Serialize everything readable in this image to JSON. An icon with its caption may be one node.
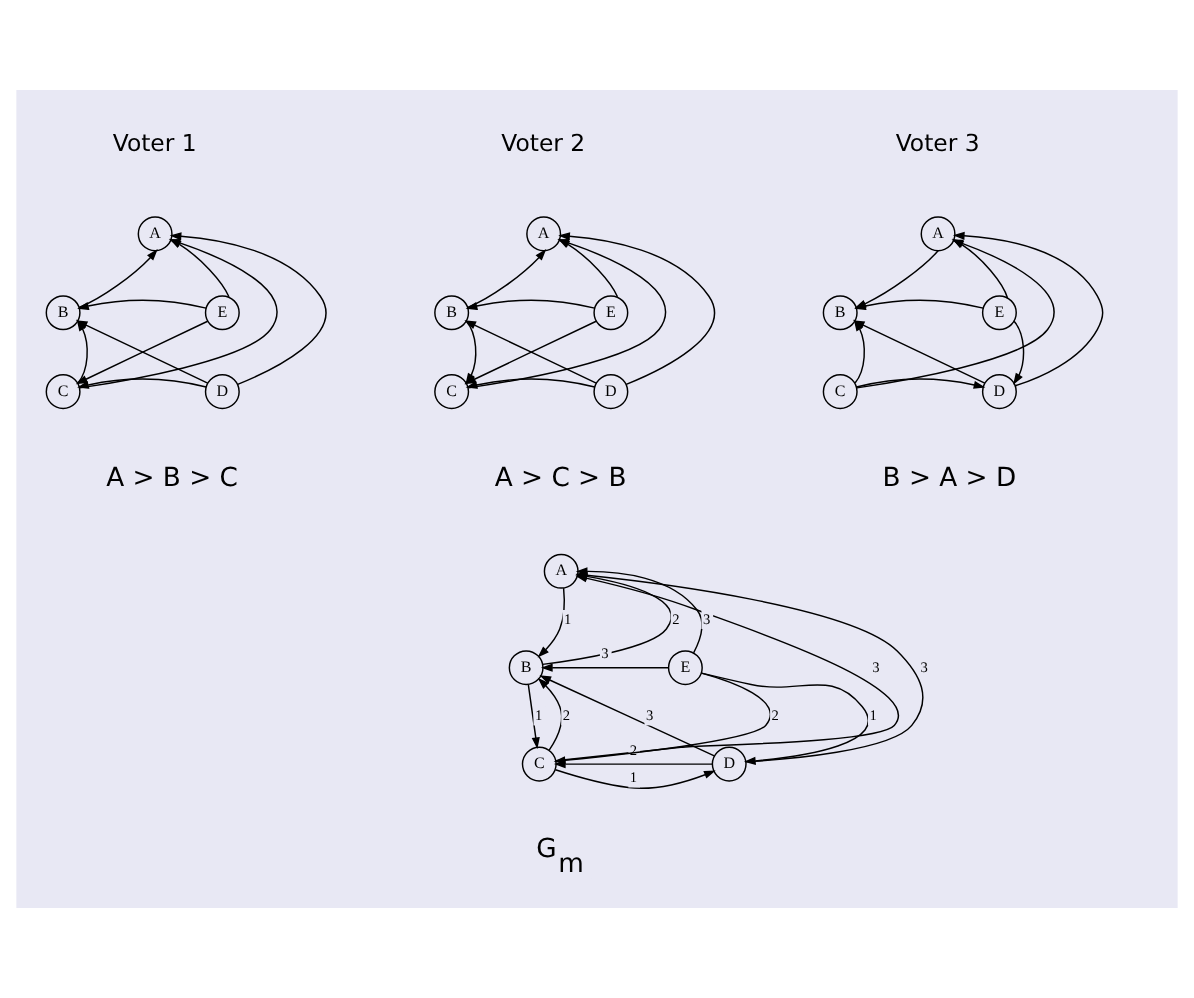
{
  "diagram": {
    "nodes": [
      {
        "text": [
          "A"
        ]
      },
      {
        "text": [
          "B"
        ]
      },
      {
        "text": [
          "C"
        ]
      },
      {
        "text": [
          "D"
        ]
      },
      {
        "text": [
          "E"
        ]
      },
      {
        "text": [
          "A"
        ]
      },
      {
        "text": [
          "B"
        ]
      },
      {
        "text": [
          "C"
        ]
      },
      {
        "text": [
          "D"
        ]
      },
      {
        "text": [
          "E"
        ]
      },
      {
        "text": [
          "A"
        ]
      },
      {
        "text": [
          "B"
        ]
      },
      {
        "text": [
          "C"
        ]
      },
      {
        "text": [
          "D"
        ]
      },
      {
        "text": [
          "E"
        ]
      },
      {
        "text": [
          "A"
        ]
      },
      {
        "text": [
          "B"
        ]
      },
      {
        "text": [
          "C"
        ]
      },
      {
        "text": [
          "D"
        ]
      },
      {
        "text": [
          "E"
        ]
      }
    ],
    "edges": [
      {
        "from": 1,
        "to": 0,
        "arrow": "to"
      },
      {
        "from": 2,
        "to": 0,
        "arrow": "to"
      },
      {
        "from": 3,
        "to": 0,
        "arrow": "to"
      },
      {
        "from": 4,
        "to": 0,
        "arrow": "to"
      },
      {
        "from": 4,
        "to": 1,
        "arrow": "to"
      },
      {
        "from": 3,
        "to": 1,
        "arrow": "to"
      },
      {
        "from": 2,
        "to": 1,
        "arrow": "to"
      },
      {
        "from": 4,
        "to": 2,
        "arrow": "to"
      },
      {
        "from": 3,
        "to": 2,
        "arrow": "to"
      },
      {
        "from": 6,
        "to": 5,
        "arrow": "to"
      },
      {
        "from": 7,
        "to": 5,
        "arrow": "to"
      },
      {
        "from": 8,
        "to": 5,
        "arrow": "to"
      },
      {
        "from": 9,
        "to": 5,
        "arrow": "to"
      },
      {
        "from": 9,
        "to": 6,
        "arrow": "to"
      },
      {
        "from": 8,
        "to": 6,
        "arrow": "to"
      },
      {
        "from": 6,
        "to": 7,
        "arrow": "to"
      },
      {
        "from": 9,
        "to": 7,
        "arrow": "to"
      },
      {
        "from": 8,
        "to": 7,
        "arrow": "to"
      },
      {
        "from": 10,
        "to": 11,
        "arrow": "to"
      },
      {
        "from": 12,
        "to": 10,
        "arrow": "to"
      },
      {
        "from": 13,
        "to": 10,
        "arrow": "to"
      },
      {
        "from": 14,
        "to": 10,
        "arrow": "to"
      },
      {
        "from": 14,
        "to": 11,
        "arrow": "to"
      },
      {
        "from": 13,
        "to": 11,
        "arrow": "to"
      },
      {
        "from": 12,
        "to": 11,
        "arrow": "to"
      },
      {
        "from": 12,
        "to": 13,
        "arrow": "to"
      },
      {
        "from": 14,
        "to": 13,
        "arrow": "to"
      },
      {
        "from": 16,
        "to": 15,
        "arrow": "to",
        "label": "2"
      },
      {
        "from": 15,
        "to": 16,
        "arrow": "to",
        "label": "1"
      },
      {
        "from": 17,
        "to": 15,
        "arrow": "to",
        "label": "3"
      },
      {
        "from": 18,
        "to": 15,
        "arrow": "to",
        "label": "3"
      },
      {
        "from": 19,
        "to": 15,
        "arrow": "to",
        "label": "3"
      },
      {
        "from": 19,
        "to": 16,
        "arrow": "to",
        "label": "3"
      },
      {
        "from": 18,
        "to": 16,
        "arrow": "to",
        "label": "3"
      },
      {
        "from": 16,
        "to": 17,
        "arrow": "to",
        "label": "1"
      },
      {
        "from": 17,
        "to": 16,
        "arrow": "to",
        "label": "2"
      },
      {
        "from": 19,
        "to": 17,
        "arrow": "to",
        "label": "2"
      },
      {
        "from": 18,
        "to": 17,
        "arrow": "to",
        "label": "2"
      },
      {
        "from": 17,
        "to": 18,
        "arrow": "to",
        "label": "1"
      },
      {
        "from": 19,
        "to": 18,
        "arrow": "to",
        "label": "1"
      }
    ],
    "labels": [
      "Voter 1",
      "Voter 2",
      "Voter 3",
      "A > B > C",
      "A > C > B",
      "B > A > D",
      "G$_{m}$"
    ]
  }
}
